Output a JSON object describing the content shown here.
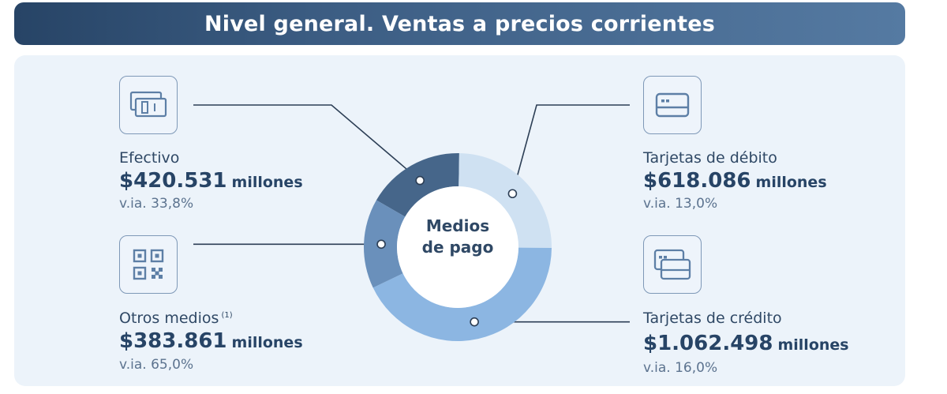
{
  "title": "Nivel general. Ventas a precios corrientes",
  "center_label": [
    "Medios",
    "de pago"
  ],
  "colors": {
    "title_bg": "#3c5d83",
    "panel_bg": "#ecf3fa",
    "efectivo": "#46668a",
    "debito": "#cfe1f2",
    "credito": "#8cb6e2",
    "otros": "#6a90bb"
  },
  "items": {
    "efectivo": {
      "label": "Efectivo",
      "amount": "$420.531",
      "unit": "millones",
      "yoy": "v.ia. 33,8%",
      "icon": "cash-icon"
    },
    "debito": {
      "label": "Tarjetas de débito",
      "amount": "$618.086",
      "unit": "millones",
      "yoy": "v.ia. 13,0%",
      "icon": "debit-card-icon"
    },
    "credito": {
      "label": "Tarjetas de crédito",
      "amount": "$1.062.498",
      "unit": "millones",
      "yoy": "v.ia. 16,0%",
      "icon": "credit-cards-icon"
    },
    "otros": {
      "label": "Otros medios",
      "note": "(1)",
      "amount": "$383.861",
      "unit": "millones",
      "yoy": "v.ia. 65,0%",
      "icon": "qr-code-icon"
    }
  },
  "chart_data": {
    "type": "pie",
    "title": "Nivel general. Ventas a precios corrientes",
    "center_text": "Medios de pago",
    "unit": "millones",
    "slices": [
      {
        "label": "Efectivo",
        "value": 420531,
        "yoy_pct": 33.8
      },
      {
        "label": "Tarjetas de débito",
        "value": 618086,
        "yoy_pct": 13.0
      },
      {
        "label": "Tarjetas de crédito",
        "value": 1062498,
        "yoy_pct": 16.0
      },
      {
        "label": "Otros medios",
        "value": 383861,
        "yoy_pct": 65.0
      }
    ]
  }
}
